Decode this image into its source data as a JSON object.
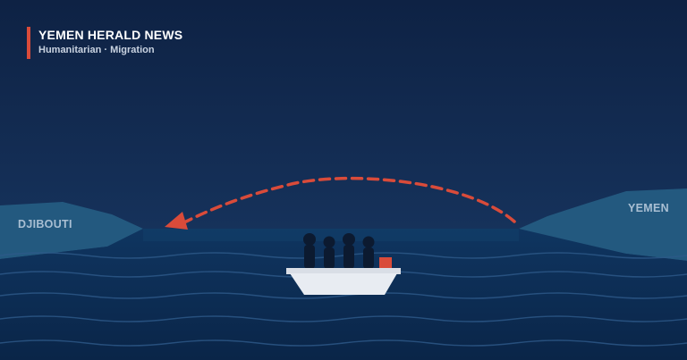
{
  "header": {
    "brand_name": "YEMEN HERALD NEWS",
    "section": "Humanitarian · Migration"
  },
  "map_labels": {
    "left": "DJIBOUTI",
    "right": "YEMEN"
  },
  "colors": {
    "sky_top": "#0e2244",
    "sky_bottom": "#1a3b68",
    "sea": "#0d2f5a",
    "coast": "#23597f",
    "route": "#d94b3a",
    "accent": "#d94b3a",
    "boat_hull": "#e8ecf2",
    "passengers": "#0c1a30"
  },
  "scene": {
    "passenger_count": 4,
    "route_direction": "Yemen to Djibouti"
  }
}
